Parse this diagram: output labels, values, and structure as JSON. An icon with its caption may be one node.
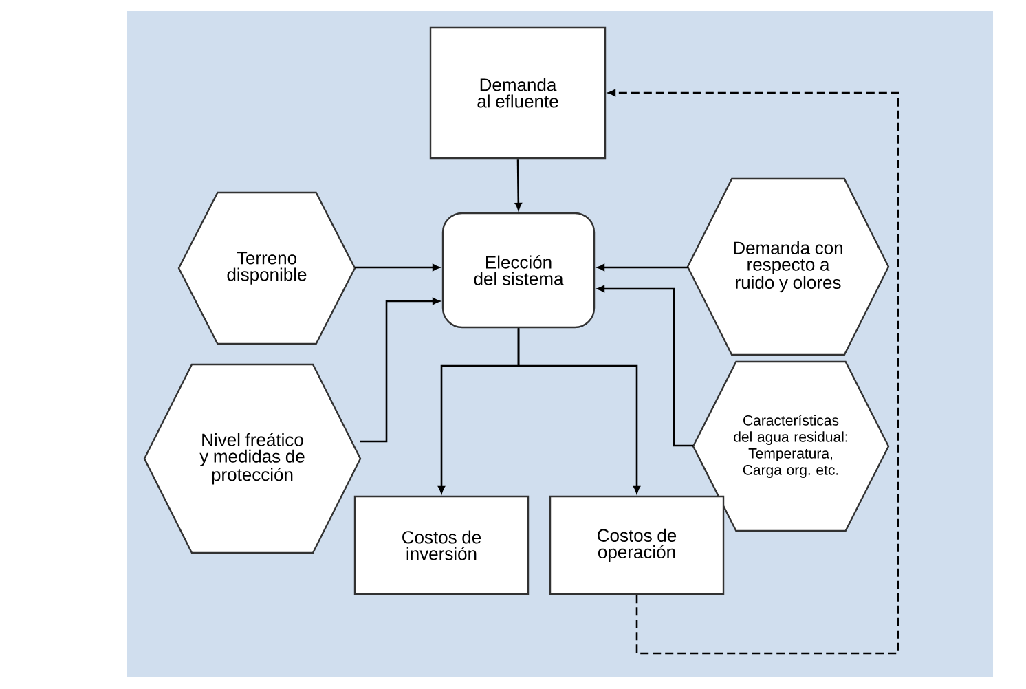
{
  "diagram": {
    "nodes": [
      {
        "text": [
          "Demanda al efluente"
        ]
      },
      {
        "text": [
          "Elección del sistema"
        ]
      },
      {
        "text": [
          "Terreno disponible"
        ]
      },
      {
        "text": [
          "Demanda con respecto a ruido y olores"
        ]
      },
      {
        "text": [
          "Nivel freático y medidas de protección"
        ]
      },
      {
        "text": [
          "Características del agua residual: Temperatura, Carga org. etc."
        ]
      },
      {
        "text": [
          "Costos de inversión"
        ]
      },
      {
        "text": [
          "Costos de operación"
        ]
      }
    ],
    "edges": [
      {
        "from": 0,
        "to": 1,
        "arrow": "to"
      },
      {
        "from": 2,
        "to": 1,
        "arrow": "to"
      },
      {
        "from": 4,
        "to": 1,
        "arrow": "to"
      },
      {
        "from": 3,
        "to": 1,
        "arrow": "to"
      },
      {
        "from": 5,
        "to": 1,
        "arrow": "to"
      },
      {
        "from": 1,
        "to": 6,
        "arrow": "to"
      },
      {
        "from": 1,
        "to": 7,
        "arrow": "to"
      },
      {
        "from": 7,
        "to": 0,
        "arrow": "to",
        "style": "dashed"
      }
    ]
  }
}
